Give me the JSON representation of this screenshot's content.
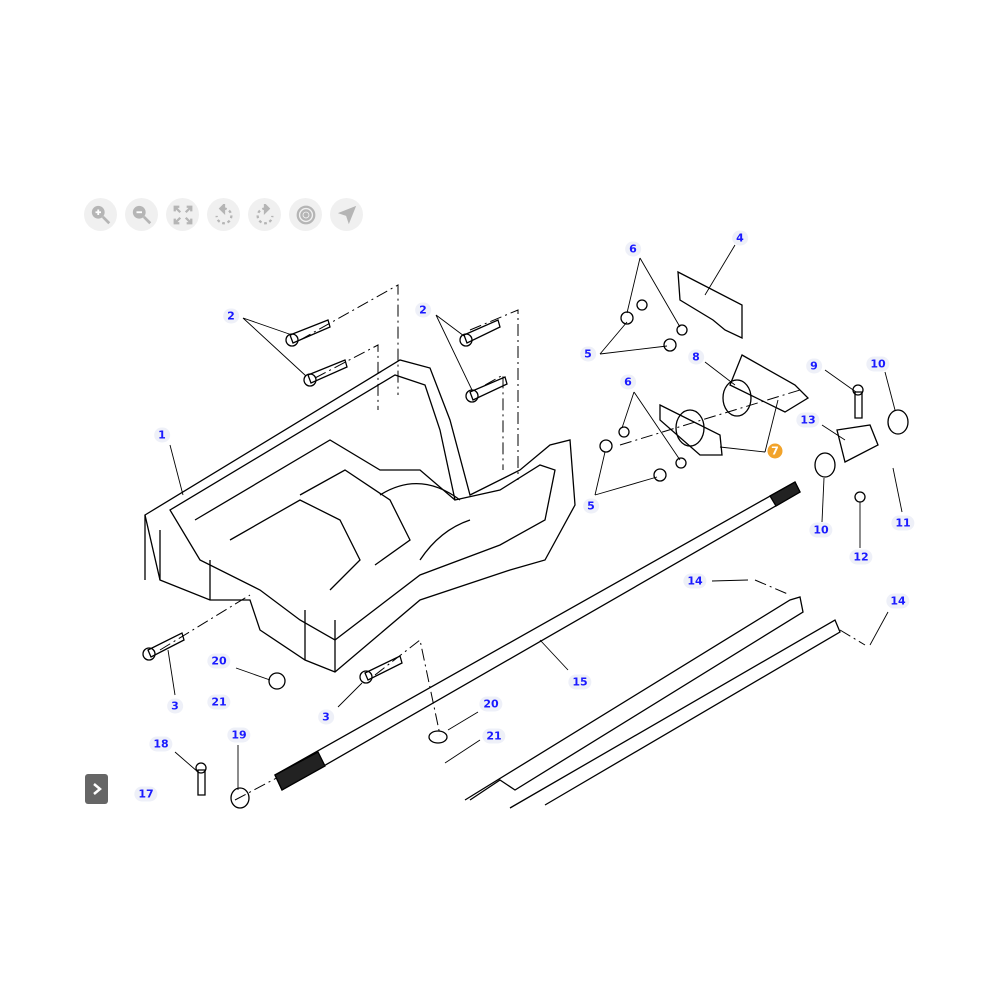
{
  "toolbar": {
    "buttons": [
      {
        "name": "zoom-in",
        "icon": "zoom-in-icon"
      },
      {
        "name": "zoom-out",
        "icon": "zoom-out-icon"
      },
      {
        "name": "fit",
        "icon": "fit-screen-icon"
      },
      {
        "name": "rotate-left",
        "icon": "rotate-left-icon"
      },
      {
        "name": "rotate-right",
        "icon": "rotate-right-icon"
      },
      {
        "name": "target",
        "icon": "target-icon"
      },
      {
        "name": "pointer",
        "icon": "navigate-arrow-icon"
      }
    ]
  },
  "colors": {
    "callout_text": "#1a1aff",
    "callout_bg": "#eef0f8",
    "selected": "#f2a32a",
    "toolbar_icon": "#b5b5b5"
  },
  "callouts": [
    "6",
    "4",
    "2",
    "2",
    "5",
    "8",
    "9",
    "10",
    "1",
    "6",
    "13",
    "7",
    "5",
    "10",
    "11",
    "12",
    "14",
    "14",
    "20",
    "15",
    "21",
    "3",
    "3",
    "20",
    "21",
    "18",
    "19",
    "17"
  ],
  "selected_callout": "7"
}
